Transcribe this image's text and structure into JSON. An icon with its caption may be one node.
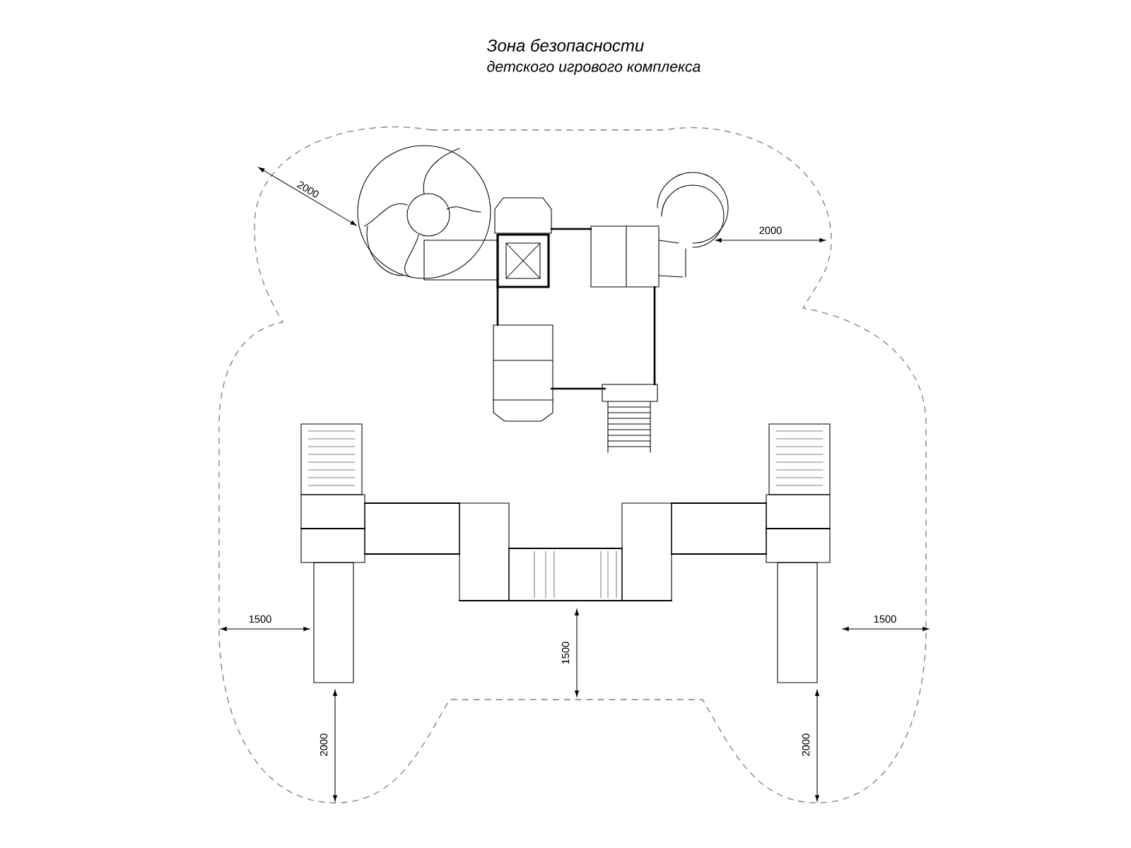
{
  "diagram": {
    "title": "Зона безопасности",
    "labels": [
      "детского игрового комплекса",
      "2000",
      "2000",
      "1500",
      "1500",
      "1500",
      "2000",
      "2000"
    ]
  }
}
